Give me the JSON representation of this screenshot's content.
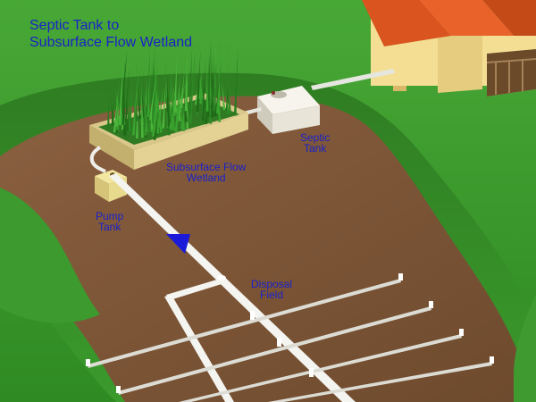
{
  "title": {
    "line1": "Septic Tank to",
    "line2": "Subsurface Flow Wetland"
  },
  "labels": {
    "septic_tank": [
      "Septic",
      "Tank"
    ],
    "wetland": [
      "Subsurface Flow",
      "Wetland"
    ],
    "pump_tank": [
      "Pump",
      "Tank"
    ],
    "disposal_field": [
      "Disposal",
      "Field"
    ]
  },
  "colors": {
    "label_text": "#1a22c8",
    "grass": "#3f9b30",
    "soil": "#7a5233",
    "pipe": "#f2f2ee",
    "roof": "#d9541e",
    "house_wall": "#f3de94",
    "flow_arrow": "#1a1ad8"
  },
  "icons": [
    "house",
    "septic-tank",
    "wetland-planter",
    "pump-tank",
    "flow-arrow",
    "distribution-pipes"
  ]
}
